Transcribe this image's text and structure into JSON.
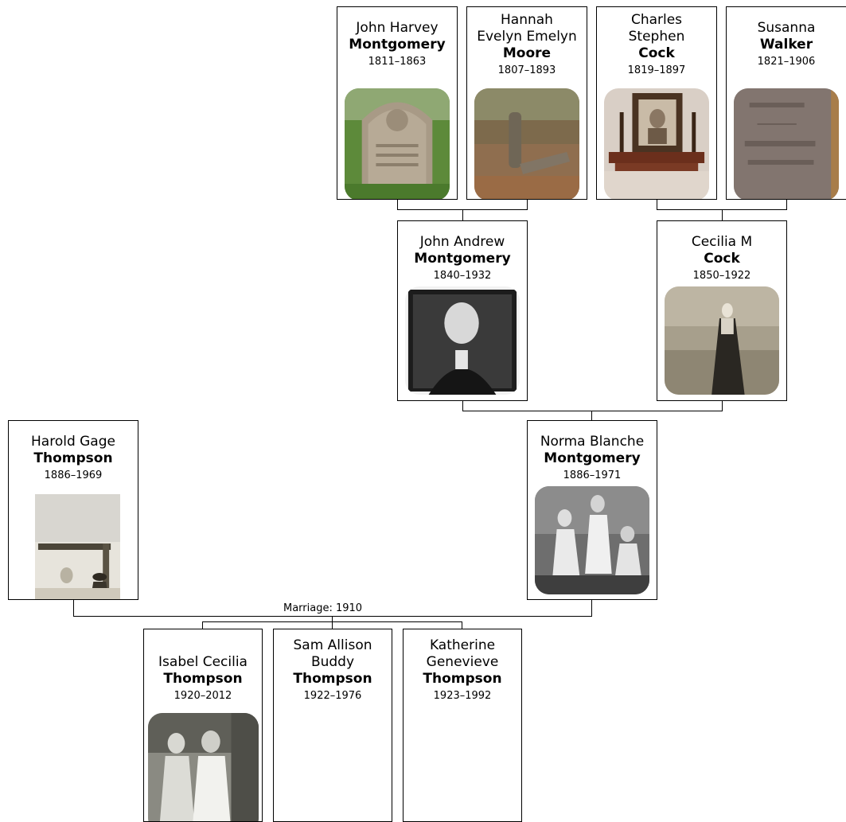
{
  "people": {
    "john_harvey": {
      "given": "John Harvey",
      "surname": "Montgomery",
      "dates": "1811–1863",
      "photo": "gravestone-photo"
    },
    "hannah": {
      "given": "Hannah\nEvelyn Emelyn",
      "surname": "Moore",
      "dates": "1807–1893",
      "photo": "cemetery-photo"
    },
    "charles": {
      "given": "Charles\nStephen",
      "surname": "Cock",
      "dates": "1819–1897",
      "photo": "portrait-on-mantel-photo"
    },
    "susanna": {
      "given": "Susanna",
      "surname": "Walker",
      "dates": "1821–1906",
      "photo": "gravestone-inscription-photo"
    },
    "john_andrew": {
      "given": "John Andrew",
      "surname": "Montgomery",
      "dates": "1840–1932",
      "photo": "man-portrait-photo"
    },
    "cecilia": {
      "given": "Cecilia M",
      "surname": "Cock",
      "dates": "1850–1922",
      "photo": "woman-standing-photo"
    },
    "harold": {
      "given": "Harold Gage",
      "surname": "Thompson",
      "dates": "1886–1969",
      "photo": "outdoor-group-photo"
    },
    "norma": {
      "given": "Norma Blanche",
      "surname": "Montgomery",
      "dates": "1886–1971",
      "photo": "three-women-photo"
    },
    "isabel": {
      "given": "Isabel Cecilia",
      "surname": "Thompson",
      "dates": "1920–2012",
      "photo": "two-women-photo"
    },
    "sam": {
      "given": "Sam Allison\nBuddy",
      "surname": "Thompson",
      "dates": "1922–1976"
    },
    "katherine": {
      "given": "Katherine\nGenevieve",
      "surname": "Thompson",
      "dates": "1923–1992"
    }
  },
  "marriage_label": "Marriage: 1910"
}
